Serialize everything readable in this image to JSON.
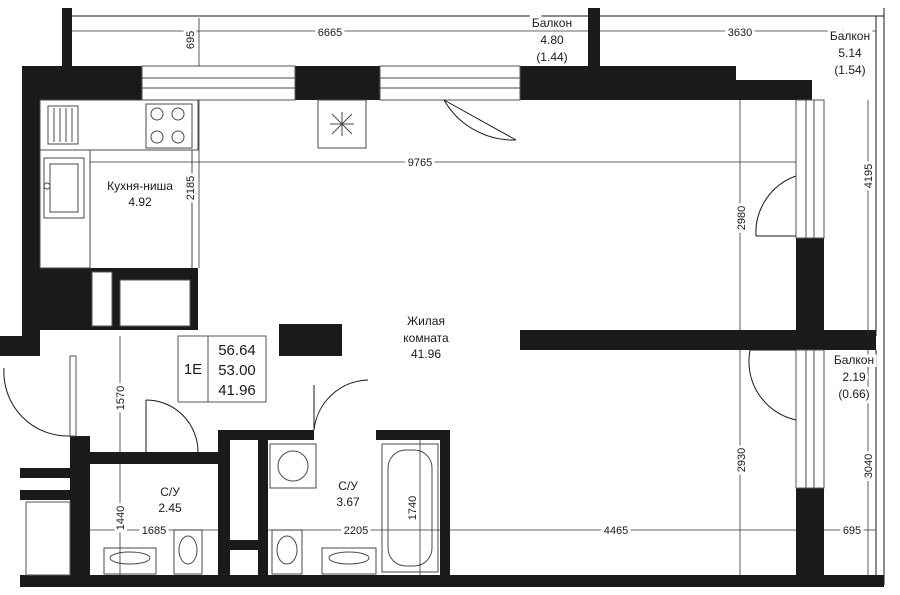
{
  "rooms": {
    "kitchen": {
      "name": "Кухня-ниша",
      "area": "4.92"
    },
    "living": {
      "name_line1": "Жилая",
      "name_line2": "комната",
      "area": "41.96"
    },
    "bath1": {
      "name": "С/У",
      "area": "2.45"
    },
    "bath2": {
      "name": "С/У",
      "area": "3.67"
    },
    "balcony_top": {
      "name": "Балкон",
      "area": "4.80",
      "reduced": "(1.44)"
    },
    "balcony_right_top": {
      "name": "Балкон",
      "area": "5.14",
      "reduced": "(1.54)"
    },
    "balcony_right_bottom": {
      "name": "Балкон",
      "area": "2.19",
      "reduced": "(0.66)"
    }
  },
  "summary": {
    "apartment_type": "1Е",
    "total_area": "56.64",
    "area_without_balconies": "53.00",
    "living_area": "41.96"
  },
  "dimensions": {
    "top_left_width": "6665",
    "top_right_width": "3630",
    "balcony_depth_top": "695",
    "interior_width": "9765",
    "kitchen_depth": "2185",
    "upper_height": "2980",
    "right_balcony_upper": "4195",
    "hall_height": "1570",
    "lower_height": "2930",
    "right_balcony_lower": "3040",
    "bath1_height": "1440",
    "bath1_width": "1685",
    "bath2_width": "2205",
    "bath2_height": "1740",
    "lower_width": "4465",
    "balcony_depth_right": "695"
  }
}
